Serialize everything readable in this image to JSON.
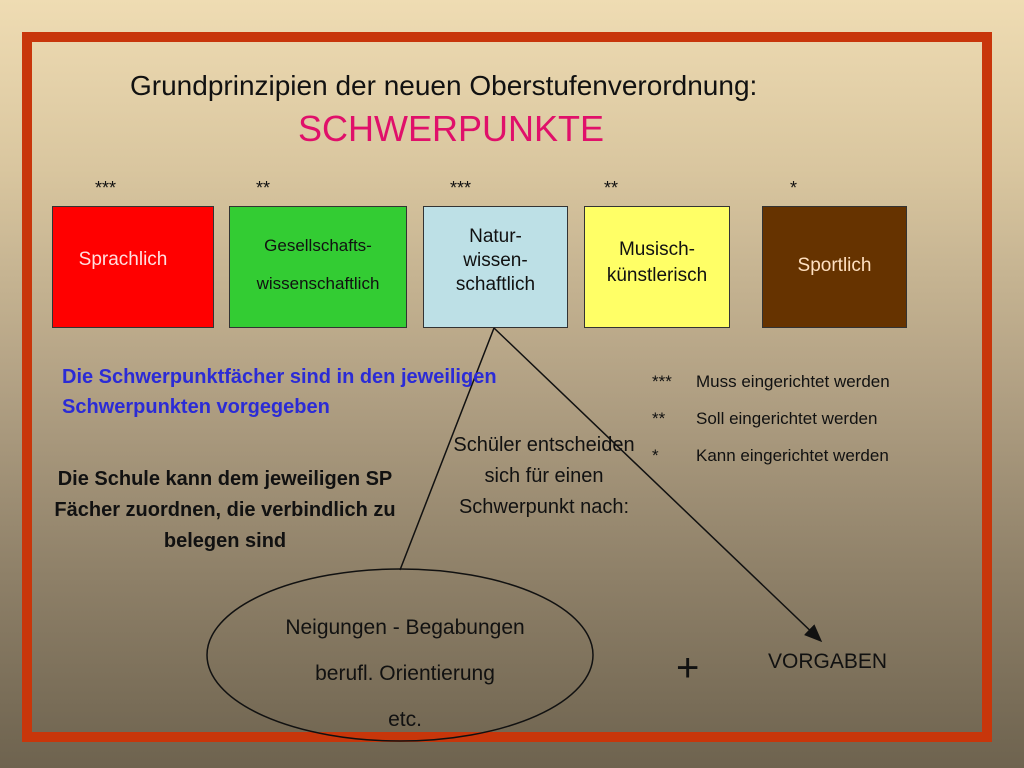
{
  "title": "Grundprinzipien der neuen Oberstufenverordnung:",
  "subtitle": "SCHWERPUNKTE",
  "categories": [
    {
      "stars": "***",
      "lines": [
        "Sprachlich"
      ],
      "color": "#ff0000"
    },
    {
      "stars": "**",
      "lines": [
        "Gesellschafts-",
        "wissenschaftlich"
      ],
      "color": "#33cc33"
    },
    {
      "stars": "***",
      "lines": [
        "Natur-",
        "wissen-",
        "schaftlich"
      ],
      "color": "#bde0e6"
    },
    {
      "stars": "**",
      "lines": [
        "Musisch-",
        "künstlerisch"
      ],
      "color": "#ffff66"
    },
    {
      "stars": "*",
      "lines": [
        "Sportlich"
      ],
      "color": "#663300"
    }
  ],
  "blue_text": "Die Schwerpunktfächer sind in den jeweiligen Schwerpunkten vorgegeben",
  "school_text": "Die Schule kann dem jeweiligen SP Fächer zuordnen, die verbindlich zu belegen sind",
  "legend": [
    {
      "symbol": "***",
      "text": "Muss eingerichtet werden"
    },
    {
      "symbol": "**",
      "text": "Soll eingerichtet werden"
    },
    {
      "symbol": "*",
      "text": "Kann eingerichtet werden"
    }
  ],
  "students_text": "Schüler entscheiden sich für einen Schwerpunkt nach:",
  "oval_lines": [
    "Neigungen - Begabungen",
    "berufl. Orientierung",
    "etc."
  ],
  "plus": "+",
  "vorgaben": "VORGABEN",
  "colors": {
    "frame": "#c8360b",
    "subtitle": "#e0106a",
    "blue_text": "#2b2bd6"
  }
}
